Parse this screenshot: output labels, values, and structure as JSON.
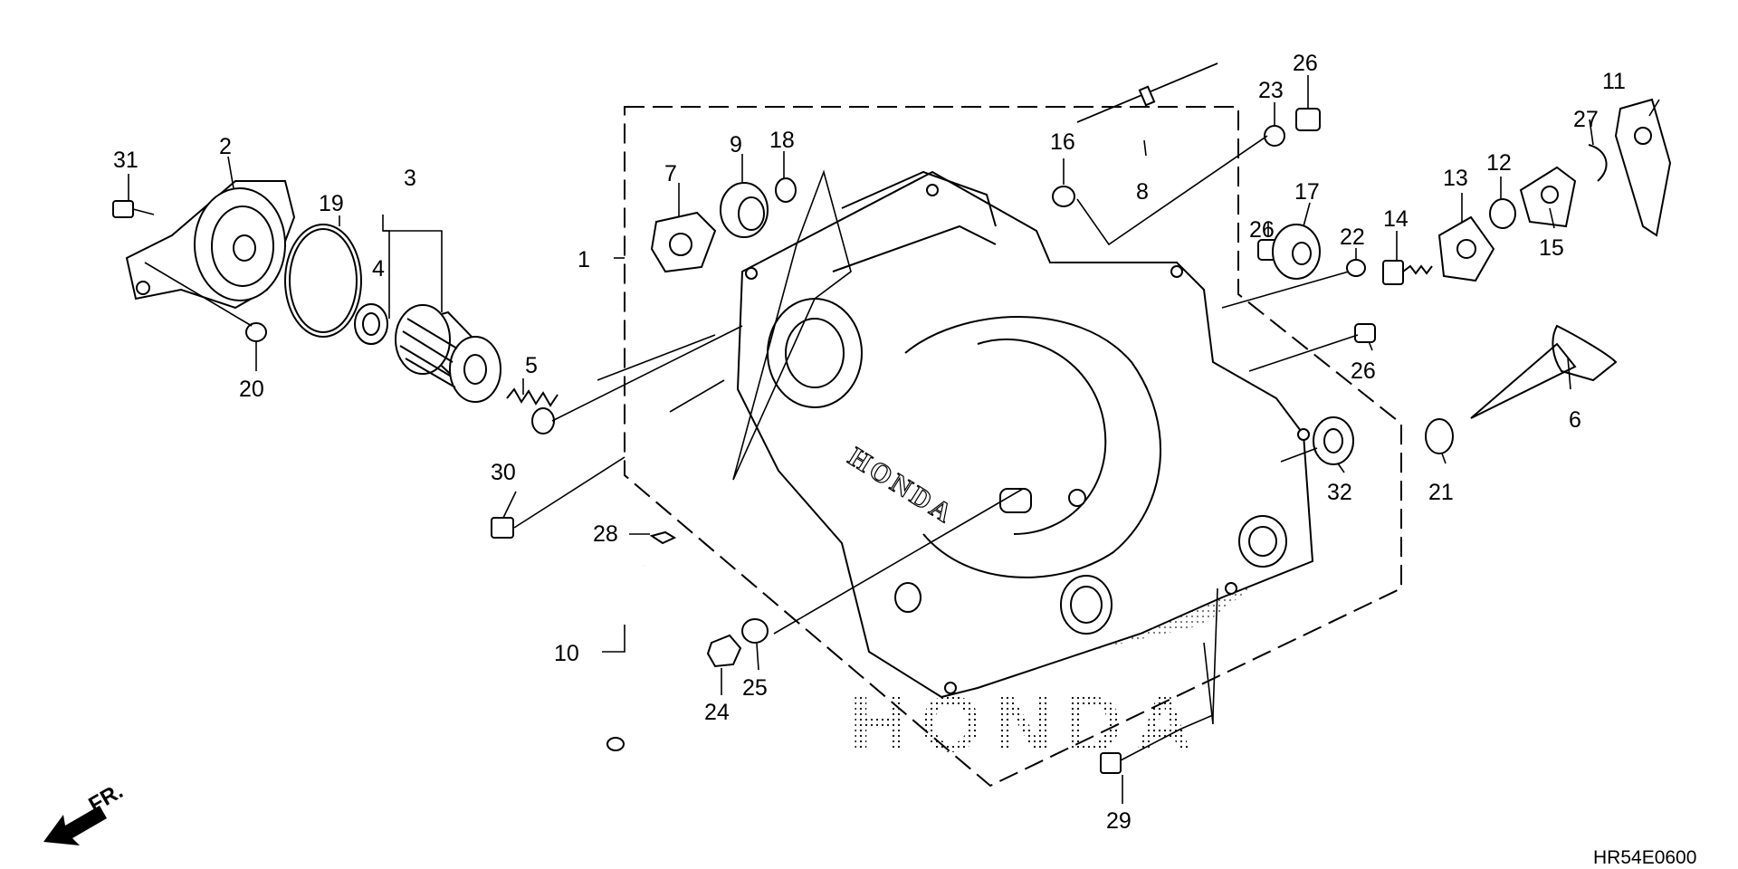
{
  "diagram": {
    "code": "HR54E0600",
    "direction_label": "FR.",
    "watermark": "HONDA",
    "cover_brand": "HONDA",
    "callouts": [
      "1",
      "2",
      "3",
      "4",
      "5",
      "6",
      "7",
      "8",
      "9",
      "10",
      "11",
      "12",
      "13",
      "14",
      "15",
      "16",
      "17",
      "18",
      "19",
      "20",
      "21",
      "22",
      "23",
      "24",
      "25",
      "26",
      "26",
      "26",
      "27",
      "28",
      "29",
      "30",
      "31",
      "32"
    ]
  }
}
